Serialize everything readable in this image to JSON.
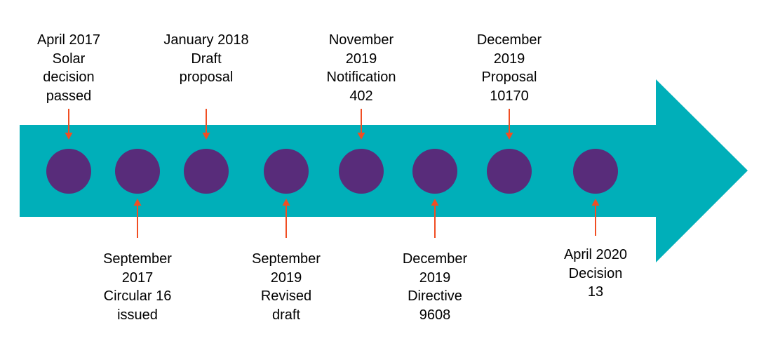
{
  "colors": {
    "arrow": "#00AFB9",
    "milestone": "#582C7A",
    "pointer": "#F04E23",
    "text": "#000000"
  },
  "events": [
    {
      "lines": [
        "April 2017",
        "Solar",
        "decision",
        "passed"
      ],
      "side": "above"
    },
    {
      "lines": [
        "September",
        "2017",
        "Circular 16",
        "issued"
      ],
      "side": "below"
    },
    {
      "lines": [
        "January 2018",
        "Draft",
        "proposal"
      ],
      "side": "above"
    },
    {
      "lines": [
        "September",
        "2019",
        "Revised",
        "draft"
      ],
      "side": "below"
    },
    {
      "lines": [
        "November",
        "2019",
        "Notification",
        "402"
      ],
      "side": "above"
    },
    {
      "lines": [
        "December",
        "2019",
        "Directive",
        "9608"
      ],
      "side": "below"
    },
    {
      "lines": [
        "December",
        "2019",
        "Proposal",
        "10170"
      ],
      "side": "above"
    },
    {
      "lines": [
        "April 2020",
        "Decision",
        "13"
      ],
      "side": "below"
    }
  ]
}
